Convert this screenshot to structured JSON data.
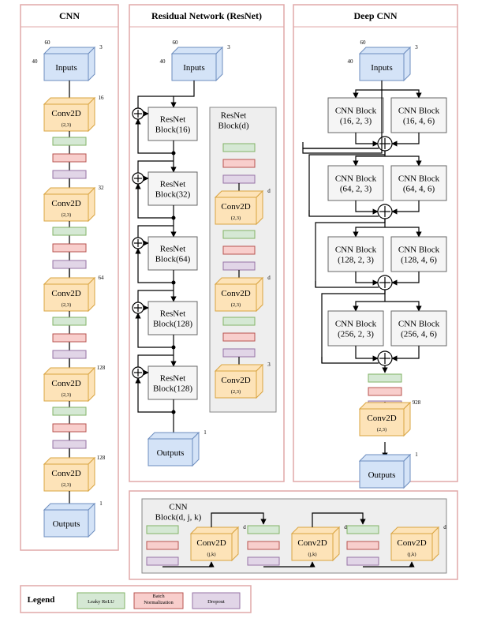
{
  "titles": {
    "cnn": "CNN",
    "resnet": "Residual Network (ResNet)",
    "deep": "Deep CNN"
  },
  "cnn": {
    "inputs": "Inputs",
    "in_n1": "60",
    "in_n2": "40",
    "in_n3": "3",
    "conv_label": "Conv2D",
    "conv_kernel": "(2,3)",
    "filters": [
      "16",
      "32",
      "64",
      "128",
      "128"
    ],
    "outputs": "Outputs",
    "out_n": "1"
  },
  "resnet": {
    "inputs": "Inputs",
    "in_n1": "60",
    "in_n2": "40",
    "in_n3": "3",
    "blocks": [
      "ResNet\nBlock(16)",
      "ResNet\nBlock(32)",
      "ResNet\nBlock(64)",
      "ResNet\nBlock(128)",
      "ResNet\nBlock(128)"
    ],
    "outputs": "Outputs",
    "out_n": "1",
    "detail_title": "ResNet\nBlock(d)",
    "detail_conv": "Conv2D",
    "detail_kernel": "(2,3)",
    "detail_filters": [
      "d",
      "d",
      "3"
    ],
    "plus": "+"
  },
  "deep": {
    "inputs": "Inputs",
    "in_n1": "60",
    "in_n2": "40",
    "in_n3": "3",
    "rows": [
      [
        "CNN Block\n(16, 2, 3)",
        "CNN Block\n(16, 4, 6)"
      ],
      [
        "CNN Block\n(64, 2, 3)",
        "CNN Block\n(64, 4, 6)"
      ],
      [
        "CNN Block\n(128, 2, 3)",
        "CNN Block\n(128, 4, 6)"
      ],
      [
        "CNN Block\n(256, 2, 3)",
        "CNN Block\n(256, 4, 6)"
      ]
    ],
    "conv_label": "Conv2D",
    "conv_kernel": "(2,3)",
    "conv_n": "928",
    "outputs": "Outputs",
    "out_n": "1"
  },
  "cnnblock": {
    "title": "CNN\nBlock(d, j, k)",
    "conv_label": "Conv2D",
    "conv_kernel": "(j,k)",
    "conv_n": "d"
  },
  "legend": {
    "title": "Legend",
    "leaky": "Leaky ReLU",
    "batch": "Batch\nNormalization",
    "dropout": "Dropout"
  },
  "colors": {
    "panel_border": "#e0a8a8",
    "input_fill": "#d4e3f7",
    "input_stroke": "#6d8ebf",
    "conv_fill": "#fde3b8",
    "conv_stroke": "#d9a441",
    "green": "#d5e8d4",
    "green_stroke": "#82b366",
    "red": "#f8cecc",
    "red_stroke": "#b85450",
    "purple": "#e1d5e7",
    "purple_stroke": "#9673a6",
    "block_fill": "#f5f5f5",
    "block_stroke": "#666666",
    "detail_fill": "#eeeeee"
  }
}
